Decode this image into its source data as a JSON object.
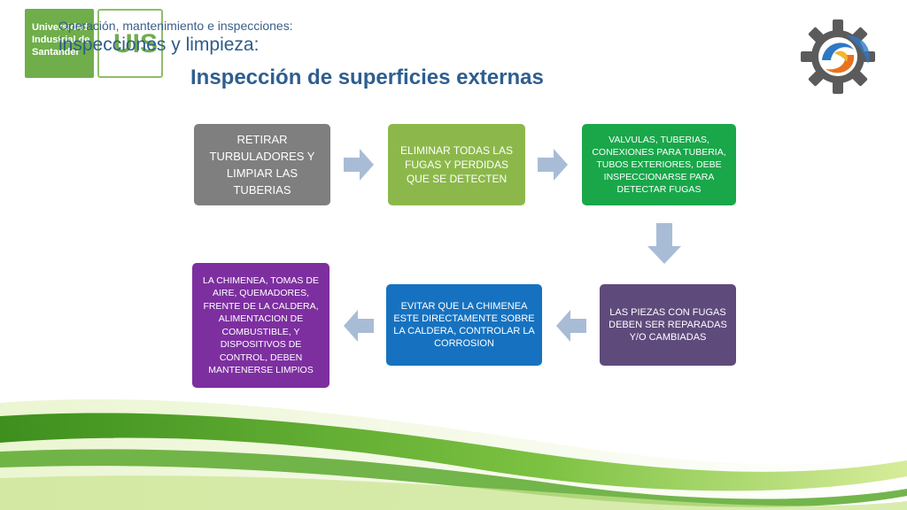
{
  "header": {
    "supertitle": "Operación, mantenimiento e inspecciones:",
    "subtitle": "inspecciones y limpieza:",
    "title": "Inspección de superficies externas"
  },
  "logo": {
    "line1": "Universidad",
    "line2": "Industrial de",
    "line3": "Santander",
    "mark": "UIS"
  },
  "flow": {
    "steps": [
      {
        "text": "RETIRAR TURBULADORES Y LIMPIAR LAS TUBERIAS",
        "color": "#7f7f7f"
      },
      {
        "text": "ELIMINAR TODAS LAS FUGAS Y PERDIDAS QUE SE DETECTEN",
        "color": "#8cb84b"
      },
      {
        "text": "VALVULAS, TUBERIAS, CONEXIONES PARA TUBERIA, TUBOS EXTERIORES, DEBE INSPECCIONARSE PARA DETECTAR FUGAS",
        "color": "#19a74a"
      },
      {
        "text": "LAS PIEZAS CON FUGAS DEBEN SER REPARADAS Y/O CAMBIADAS",
        "color": "#5f4a7c"
      },
      {
        "text": "EVITAR QUE LA CHIMENEA ESTE DIRECTAMENTE SOBRE LA CALDERA, CONTROLAR LA CORROSION",
        "color": "#1672c0"
      },
      {
        "text": "LA CHIMENEA, TOMAS DE AIRE, QUEMADORES, FRENTE DE LA CALDERA, ALIMENTACION DE COMBUSTIBLE, Y DISPOSITIVOS DE CONTROL, DEBEN MANTENERSE LIMPIOS",
        "color": "#7d2fa0"
      }
    ],
    "arrow_color": "#a9bcd6"
  }
}
